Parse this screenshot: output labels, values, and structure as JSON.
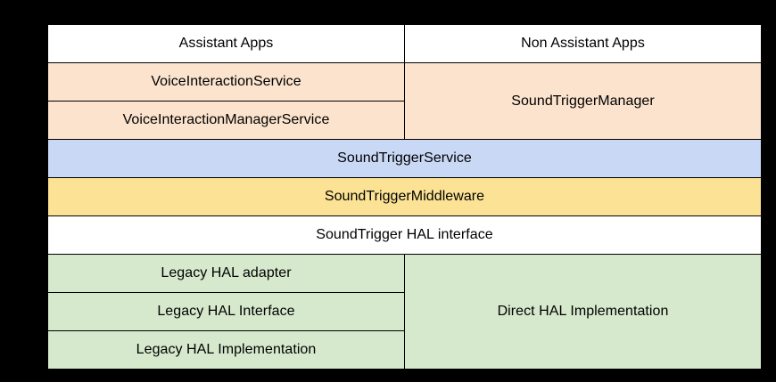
{
  "diagram": {
    "type": "layered-architecture-table",
    "columns": [
      {
        "id": "assistant",
        "label": "Assistant Apps"
      },
      {
        "id": "non_assistant",
        "label": "Non Assistant Apps"
      }
    ],
    "colors": {
      "background": "#000000",
      "white": "#ffffff",
      "peach": "#fbe3cd",
      "blue": "#c9d8f5",
      "yellow": "#fce294",
      "green": "#d6e9cd",
      "border": "#000000",
      "text": "#000000"
    },
    "rows": [
      {
        "id": "header",
        "cells": [
          {
            "text": "Assistant Apps",
            "fill": "white",
            "span": 1
          },
          {
            "text": "Non Assistant Apps",
            "fill": "white",
            "span": 1
          }
        ]
      },
      {
        "id": "voice-interaction-service",
        "cells": [
          {
            "text": "VoiceInteractionService",
            "fill": "peach",
            "span": 1
          },
          {
            "text": "SoundTriggerManager",
            "fill": "peach",
            "span": 1,
            "rowspan": 2
          }
        ]
      },
      {
        "id": "voice-interaction-manager-service",
        "cells": [
          {
            "text": "VoiceInteractionManagerService",
            "fill": "peach",
            "span": 1
          }
        ]
      },
      {
        "id": "sound-trigger-service",
        "cells": [
          {
            "text": "SoundTriggerService",
            "fill": "blue",
            "span": 2
          }
        ]
      },
      {
        "id": "sound-trigger-middleware",
        "cells": [
          {
            "text": "SoundTriggerMiddleware",
            "fill": "yellow",
            "span": 2
          }
        ]
      },
      {
        "id": "sound-trigger-hal-interface",
        "cells": [
          {
            "text": "SoundTrigger HAL interface",
            "fill": "white",
            "span": 2
          }
        ]
      },
      {
        "id": "legacy-hal-adapter",
        "cells": [
          {
            "text": "Legacy HAL adapter",
            "fill": "green",
            "span": 1
          },
          {
            "text": "Direct HAL Implementation",
            "fill": "green",
            "span": 1,
            "rowspan": 3
          }
        ]
      },
      {
        "id": "legacy-hal-interface",
        "cells": [
          {
            "text": "Legacy HAL Interface",
            "fill": "green",
            "span": 1
          }
        ]
      },
      {
        "id": "legacy-hal-implementation",
        "cells": [
          {
            "text": "Legacy HAL Implementation",
            "fill": "green",
            "span": 1
          }
        ]
      }
    ]
  }
}
